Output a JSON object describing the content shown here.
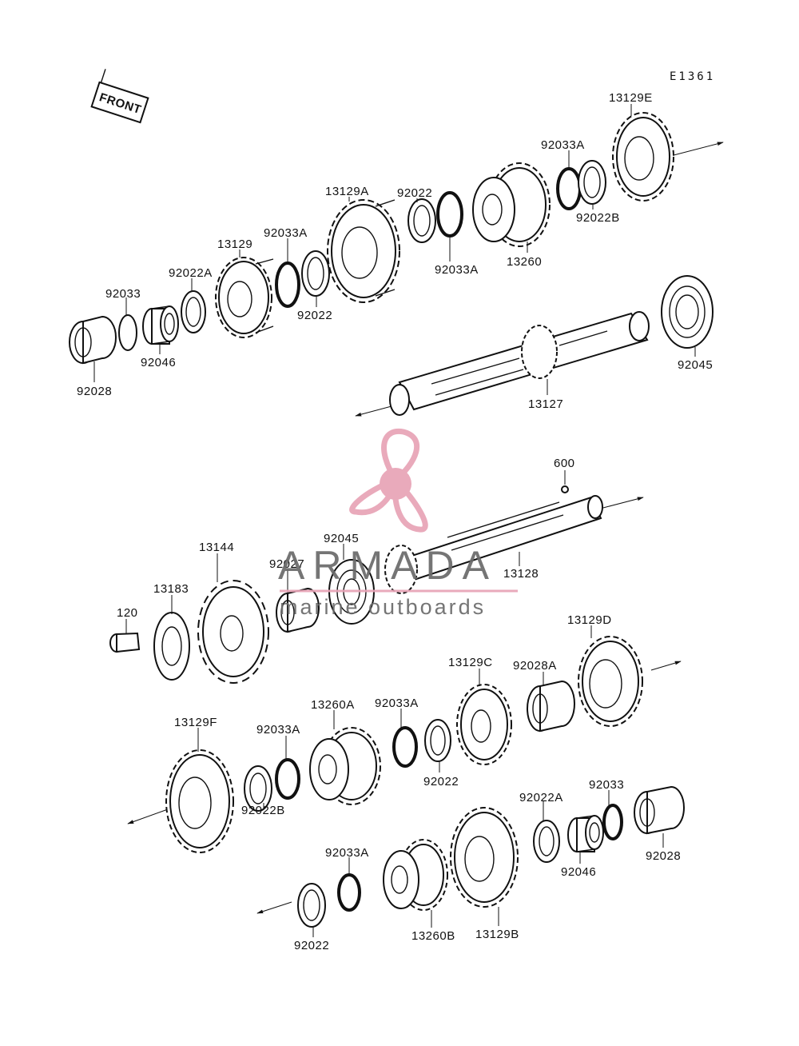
{
  "diagram": {
    "ref_code": "E1361",
    "front_label": "FRONT",
    "upper_assembly": {
      "labels": [
        "92028",
        "92033",
        "92046",
        "92022A",
        "13129",
        "92033A",
        "92022",
        "13129A",
        "92022",
        "92033A",
        "13260",
        "92033A",
        "92022B",
        "13129E",
        "13127",
        "92045"
      ]
    },
    "lower_assembly": {
      "labels": [
        "600",
        "13128",
        "92045",
        "92027",
        "13144",
        "13183",
        "120",
        "13129C",
        "92028A",
        "13129D",
        "92033A",
        "13260A",
        "92033A",
        "13129F",
        "92022B",
        "92022",
        "92022A",
        "92033",
        "92028",
        "92046",
        "92033A",
        "92022",
        "13260B",
        "13129B"
      ]
    }
  },
  "watermark": {
    "brand": "ARMADA",
    "tagline": "marine outboards",
    "color": "#e8a3b6"
  }
}
